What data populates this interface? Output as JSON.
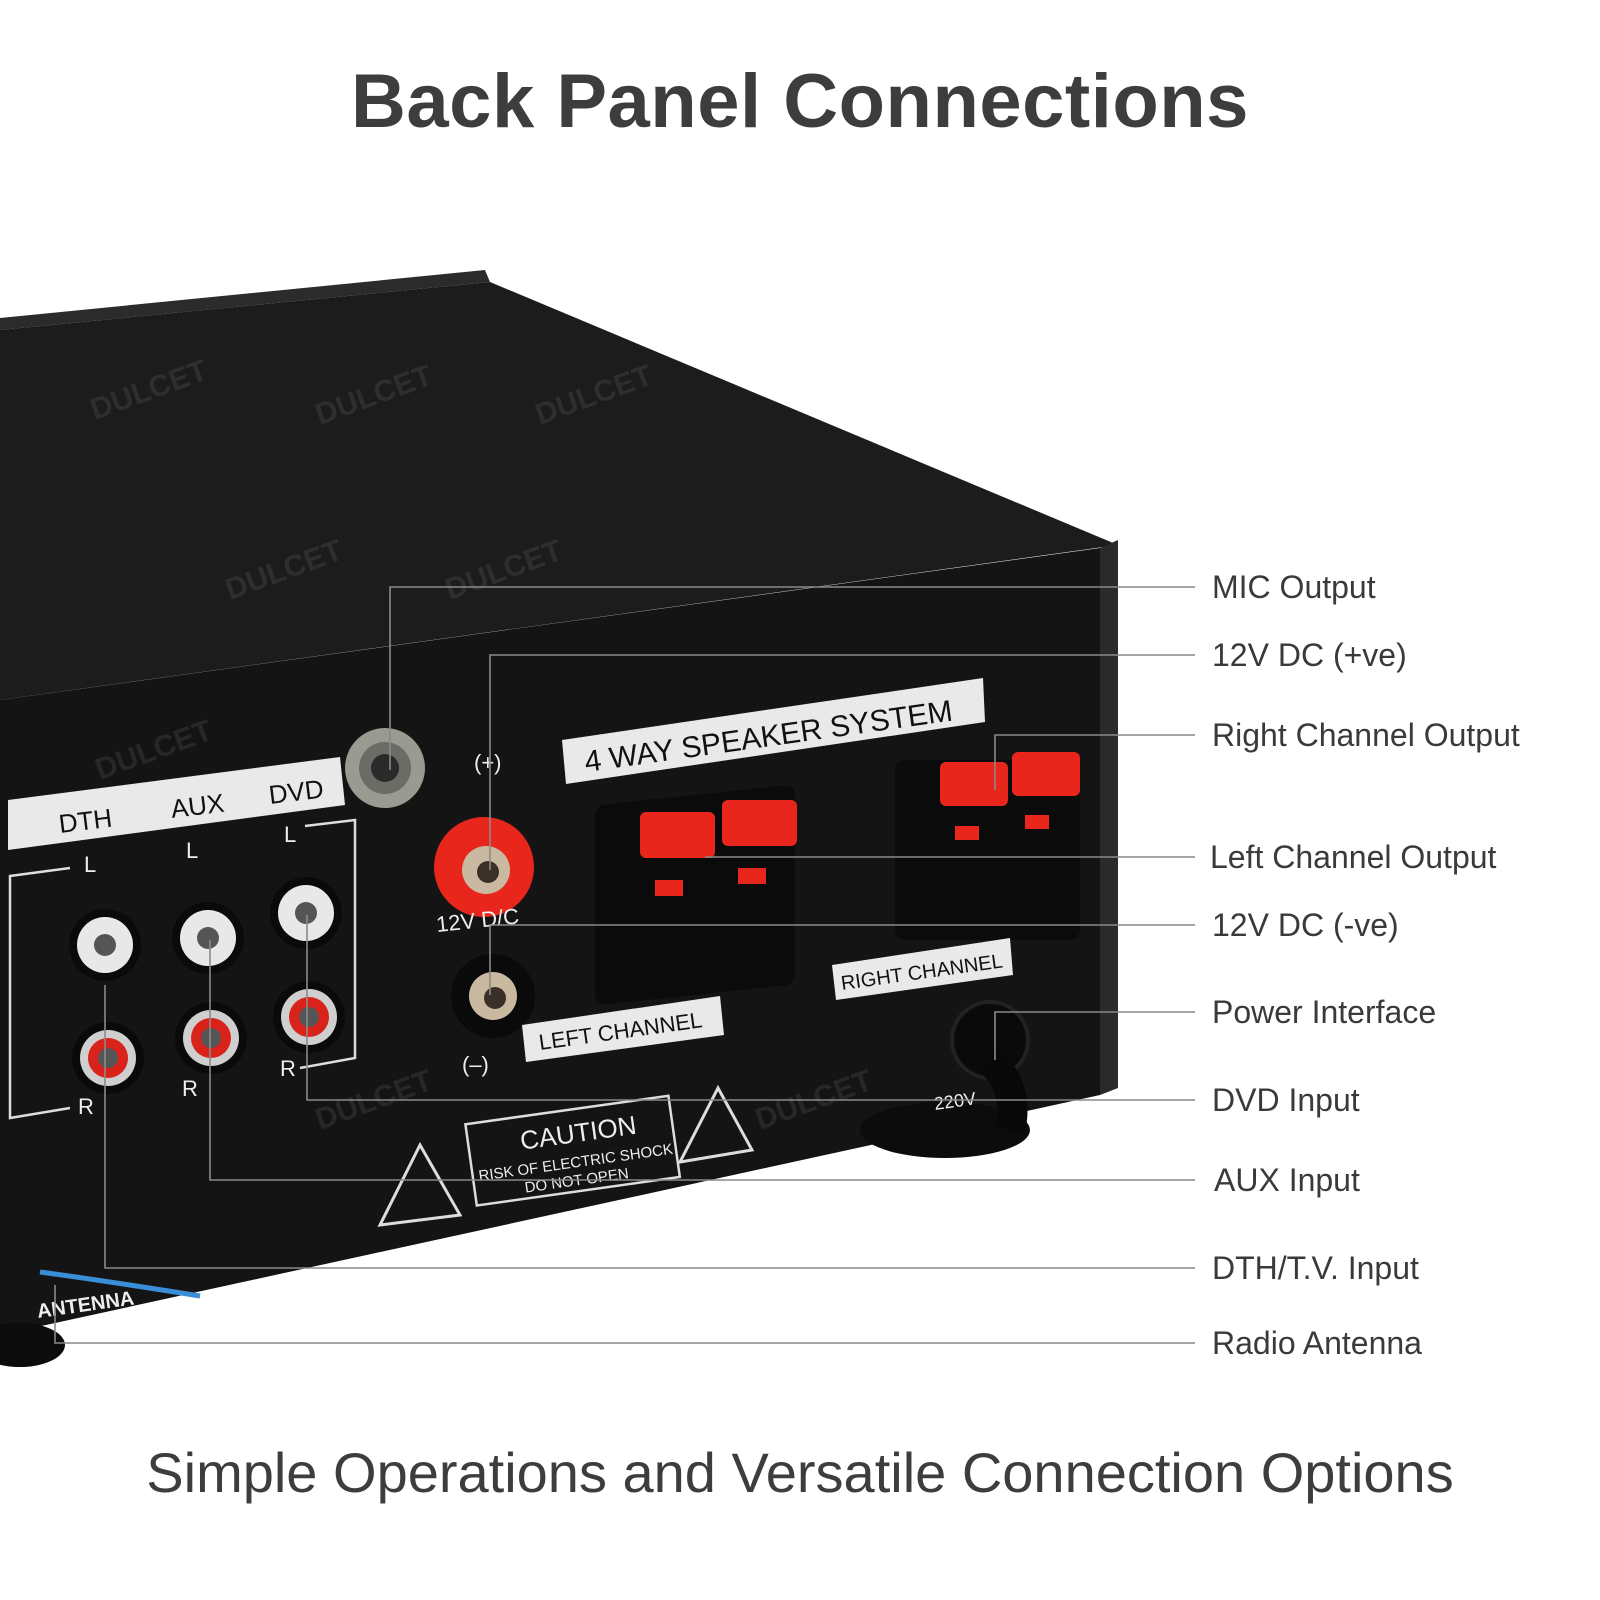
{
  "title": "Back Panel Connections",
  "subtitle": "Simple Operations and Versatile Connection Options",
  "callouts": [
    {
      "label": "MIC Output"
    },
    {
      "label": "12V DC (+ve)"
    },
    {
      "label": "Right Channel Output"
    },
    {
      "label": "Left Channel Output"
    },
    {
      "label": "12V DC (-ve)"
    },
    {
      "label": "Power Interface"
    },
    {
      "label": "DVD Input"
    },
    {
      "label": "AUX Input"
    },
    {
      "label": "DTH/T.V. Input"
    },
    {
      "label": "Radio Antenna"
    }
  ],
  "device": {
    "inputs": {
      "dth": "DTH",
      "aux": "AUX",
      "dvd": "DVD",
      "left": "L",
      "right": "R"
    },
    "dc": {
      "plus": "(+)",
      "minus": "(–)",
      "label": "12V D/C"
    },
    "speaker_system": "4 WAY SPEAKER SYSTEM",
    "left_channel": "LEFT CHANNEL",
    "right_channel": "RIGHT CHANNEL",
    "caution": {
      "title": "CAUTION",
      "line1": "RISK OF ELECTRIC SHOCK",
      "line2": "DO NOT OPEN"
    },
    "antenna": "ANTENNA",
    "voltage": "220V",
    "watermark": "DULCET"
  },
  "colors": {
    "body": "#151515",
    "top": "#1e1e1e",
    "terminal_red": "#e8261c",
    "callout_line": "#8a8a8a",
    "text": "#3d3d3d"
  }
}
